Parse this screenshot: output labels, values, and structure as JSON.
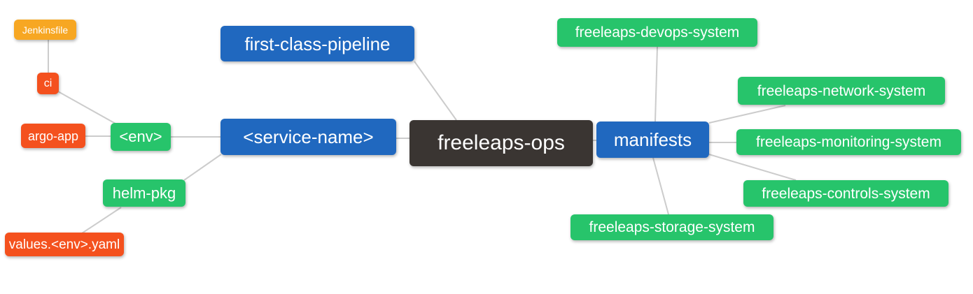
{
  "palette": {
    "blue": "#2068bf",
    "green": "#27c46b",
    "orange": "#f7a723",
    "red": "#f4511e",
    "dark": "#3a3532",
    "edge": "#cccccc",
    "text": "#ffffff",
    "background": "#ffffff"
  },
  "mindmap": {
    "root_label": "freeleaps-ops",
    "nodes": [
      {
        "id": "jenkinsfile",
        "label": "Jenkinsfile",
        "color": "orange"
      },
      {
        "id": "ci",
        "label": "ci",
        "color": "red"
      },
      {
        "id": "argo-app",
        "label": "argo-app",
        "color": "red"
      },
      {
        "id": "env",
        "label": "<env>",
        "color": "green"
      },
      {
        "id": "helm-pkg",
        "label": "helm-pkg",
        "color": "green"
      },
      {
        "id": "values-env-yaml",
        "label": "values.<env>.yaml",
        "color": "red"
      },
      {
        "id": "first-class-pipeline",
        "label": "first-class-pipeline",
        "color": "blue"
      },
      {
        "id": "service-name",
        "label": "<service-name>",
        "color": "blue"
      },
      {
        "id": "freeleaps-ops",
        "label": "freeleaps-ops",
        "color": "dark"
      },
      {
        "id": "manifests",
        "label": "manifests",
        "color": "blue"
      },
      {
        "id": "freeleaps-devops-system",
        "label": "freeleaps-devops-system",
        "color": "green"
      },
      {
        "id": "freeleaps-network-system",
        "label": "freeleaps-network-system",
        "color": "green"
      },
      {
        "id": "freeleaps-monitoring-system",
        "label": "freeleaps-monitoring-system",
        "color": "green"
      },
      {
        "id": "freeleaps-controls-system",
        "label": "freeleaps-controls-system",
        "color": "green"
      },
      {
        "id": "freeleaps-storage-system",
        "label": "freeleaps-storage-system",
        "color": "green"
      }
    ],
    "edges": [
      {
        "from": "Jenkinsfile",
        "to": "ci"
      },
      {
        "from": "ci",
        "to": "<env>"
      },
      {
        "from": "argo-app",
        "to": "<env>"
      },
      {
        "from": "<env>",
        "to": "<service-name>"
      },
      {
        "from": "helm-pkg",
        "to": "<service-name>"
      },
      {
        "from": "values.<env>.yaml",
        "to": "helm-pkg"
      },
      {
        "from": "first-class-pipeline",
        "to": "freeleaps-ops"
      },
      {
        "from": "<service-name>",
        "to": "freeleaps-ops"
      },
      {
        "from": "freeleaps-ops",
        "to": "manifests"
      },
      {
        "from": "manifests",
        "to": "freeleaps-devops-system"
      },
      {
        "from": "manifests",
        "to": "freeleaps-network-system"
      },
      {
        "from": "manifests",
        "to": "freeleaps-monitoring-system"
      },
      {
        "from": "manifests",
        "to": "freeleaps-controls-system"
      },
      {
        "from": "manifests",
        "to": "freeleaps-storage-system"
      }
    ]
  }
}
